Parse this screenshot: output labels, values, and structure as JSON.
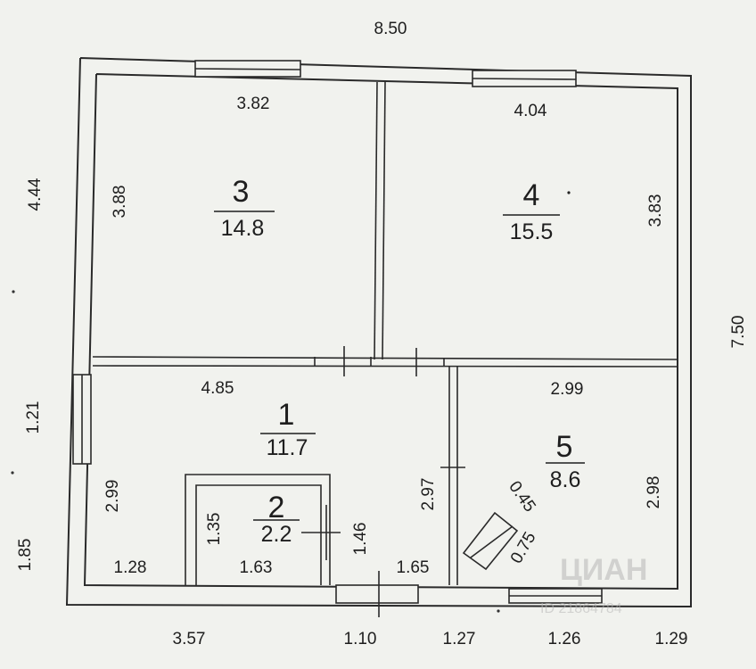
{
  "overall": {
    "width": "8.50",
    "height": "7.50"
  },
  "left_side": {
    "upper": "4.44",
    "middle": "1.21",
    "lower": "1.85"
  },
  "bottom_side": {
    "a": "3.57",
    "b": "1.10",
    "c": "1.27",
    "d": "1.26",
    "e": "1.29"
  },
  "rooms": {
    "r3": {
      "number": "3",
      "area": "14.8",
      "width": "3.82",
      "height": "3.88"
    },
    "r4": {
      "number": "4",
      "area": "15.5",
      "width": "4.04",
      "height": "3.83"
    },
    "r1": {
      "number": "1",
      "area": "11.7",
      "width": "4.85",
      "height_left": "2.99",
      "height_right": "2.97",
      "bottom_left": "1.28",
      "bottom_right": "1.65"
    },
    "r2": {
      "number": "2",
      "area": "2.2",
      "width": "1.63",
      "height": "1.35",
      "side": "1.46"
    },
    "r5": {
      "number": "5",
      "area": "8.6",
      "width": "2.99",
      "height": "2.98",
      "fixture_a": "0.45",
      "fixture_b": "0.75"
    }
  },
  "watermark": {
    "logo": "ЦИАН",
    "id": "ID 21864784"
  }
}
